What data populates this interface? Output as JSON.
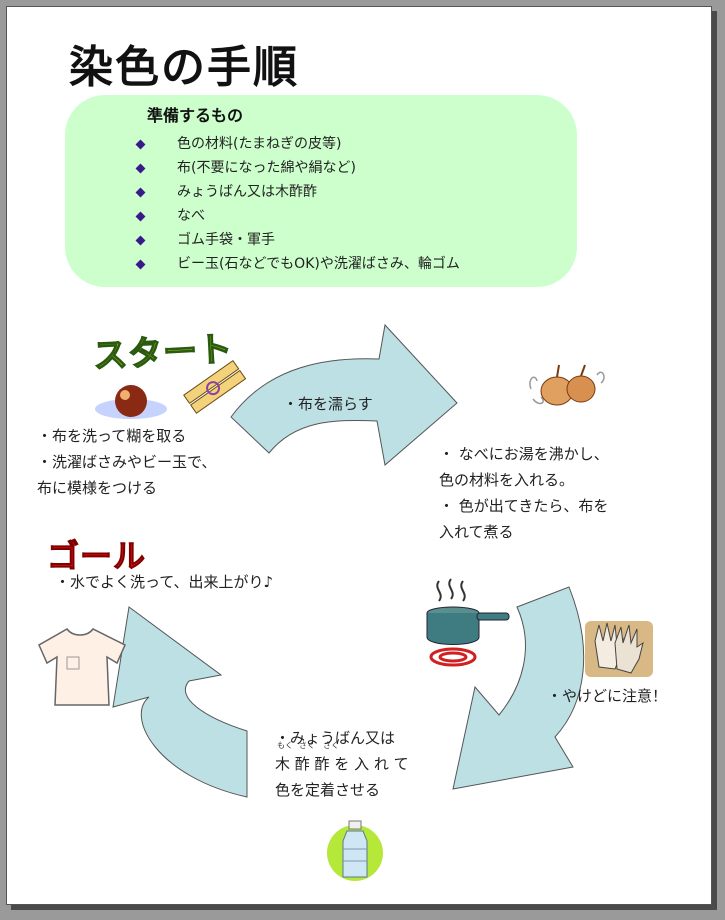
{
  "title": "染色の手順",
  "preparation": {
    "heading": "準備するもの",
    "items": [
      "色の材料(たまねぎの皮等)",
      "布(不要になった綿や絹など)",
      "みょうばん又は木酢酢",
      "なべ",
      "ゴム手袋・軍手",
      "ビー玉(石などでもOK)や洗濯ばさみ、輪ゴム"
    ]
  },
  "labels": {
    "start": "スタート",
    "goal": "ゴール"
  },
  "steps": {
    "start_lines": [
      "・布を洗って糊を取る",
      "・洗濯ばさみやビー玉で、",
      "布に模様をつける"
    ],
    "wet": "・布を濡らす",
    "boil_lines": [
      "・ なべにお湯を沸かし、",
      "色の材料を入れる。",
      "・ 色が出てきたら、布を",
      "入れて煮る"
    ],
    "caution": "・やけどに注意！",
    "fix_line1": "・みょうばん又は",
    "fix_line2": "木 酢 酢 を 入 れ て",
    "fix_ruby": [
      "もく",
      "さく",
      "さく"
    ],
    "fix_line3": "色を定着させる",
    "finish": "・水でよく洗って、出来上がり♪"
  },
  "colors": {
    "prep_box": "#ccffcc",
    "arrow_fill": "#bce0e4",
    "start_text": "#c8e01a",
    "goal_text": "#e81010",
    "bullet": "#3a1a8a"
  }
}
